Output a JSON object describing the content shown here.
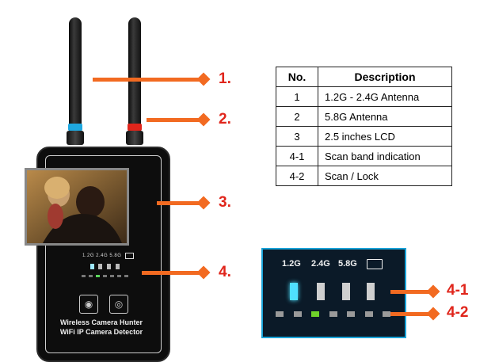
{
  "callouts": {
    "c1": "1.",
    "c2": "2.",
    "c3": "3.",
    "c4": "4.",
    "c41": "4-1",
    "c42": "4-2"
  },
  "table": {
    "headers": [
      "No.",
      "Description"
    ],
    "rows": [
      {
        "no": "1",
        "desc": "1.2G - 2.4G Antenna"
      },
      {
        "no": "2",
        "desc": "5.8G Antenna"
      },
      {
        "no": "3",
        "desc": "2.5 inches LCD"
      },
      {
        "no": "4-1",
        "desc": "Scan band indication"
      },
      {
        "no": "4-2",
        "desc": "Scan / Lock"
      }
    ]
  },
  "device": {
    "bands": "1.2G 2.4G 5.8G",
    "line1": "Wireless Camera Hunter",
    "line2": "WiFi IP Camera Detector"
  },
  "zoom": {
    "band1": "1.2G",
    "band2": "2.4G",
    "band3": "5.8G"
  },
  "colors": {
    "arrow": "#f26a21",
    "callout_text": "#e0251b",
    "antenna_ring_1": "#1fa8e0",
    "antenna_ring_2": "#e0251b",
    "zoom_border": "#1aa3d8"
  },
  "icons": [
    "wifi-camera-icon",
    "ip-camera-icon",
    "battery-charging-icon"
  ]
}
